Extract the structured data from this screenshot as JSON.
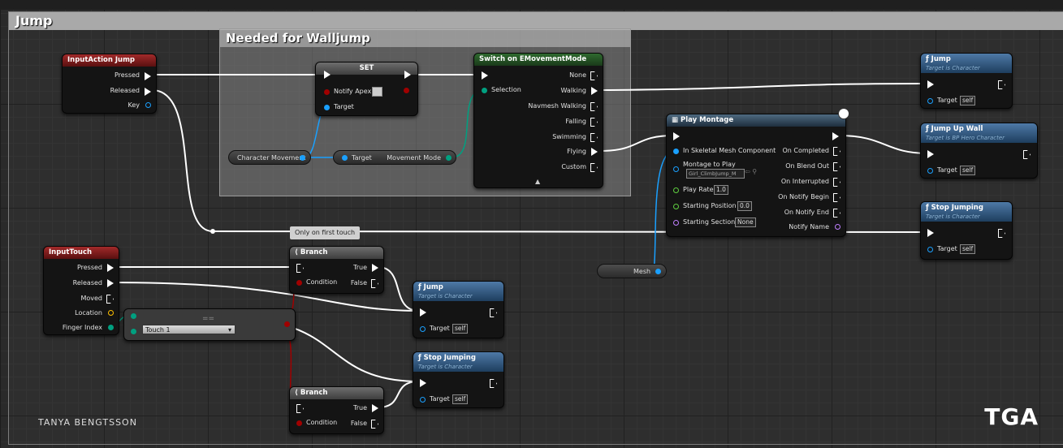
{
  "comments": {
    "main_title": "Jump",
    "walljump_title": "Needed for Walljump"
  },
  "nodes": {
    "input_action": {
      "title": "InputAction Jump",
      "pins": [
        "Pressed",
        "Released",
        "Key"
      ]
    },
    "set": {
      "title": "SET",
      "notify_apex": "Notify Apex",
      "target": "Target"
    },
    "char_movement": {
      "label": "Character Movement"
    },
    "movement_mode": {
      "target": "Target",
      "output": "Movement Mode"
    },
    "switch": {
      "title": "Switch on EMovementMode",
      "selection": "Selection",
      "outputs": [
        "None",
        "Walking",
        "Navmesh Walking",
        "Falling",
        "Swimming",
        "Flying",
        "Custom"
      ]
    },
    "jump_top": {
      "title": "Jump",
      "subtitle": "Target is Character",
      "target": "Target",
      "self": "self"
    },
    "jump_up_wall": {
      "title": "Jump Up Wall",
      "subtitle": "Target is BP Hero Character",
      "target": "Target",
      "self": "self"
    },
    "stop_jumping_top": {
      "title": "Stop Jumping",
      "subtitle": "Target is Character",
      "target": "Target",
      "self": "self"
    },
    "play_montage": {
      "title": "Play Montage",
      "inputs": [
        "In Skeletal Mesh Component",
        "Montage to Play",
        "Play Rate",
        "Starting Position",
        "Starting Section"
      ],
      "montage_value": "Girl_ClimbJump_M",
      "play_rate": "1.0",
      "starting_position": "0.0",
      "starting_section": "None",
      "outputs": [
        "On Completed",
        "On Blend Out",
        "On Interrupted",
        "On Notify Begin",
        "On Notify End",
        "Notify Name"
      ]
    },
    "mesh": {
      "label": "Mesh"
    },
    "tooltip": "Only on first touch",
    "input_touch": {
      "title": "InputTouch",
      "pins": [
        "Pressed",
        "Released",
        "Moved",
        "Location",
        "Finger Index"
      ]
    },
    "equals": {
      "symbol": "==",
      "dropdown": "Touch 1"
    },
    "branch1": {
      "title": "Branch",
      "condition": "Condition",
      "true": "True",
      "false": "False"
    },
    "branch2": {
      "title": "Branch",
      "condition": "Condition",
      "true": "True",
      "false": "False"
    },
    "jump_bottom": {
      "title": "Jump",
      "subtitle": "Target is Character",
      "target": "Target",
      "self": "self"
    },
    "stop_jumping_bottom": {
      "title": "Stop Jumping",
      "subtitle": "Target is Character",
      "target": "Target",
      "self": "self"
    }
  },
  "footer": {
    "credit": "TANYA BENGTSSON",
    "logo": "TGA"
  },
  "colors": {
    "exec": "#ffffff",
    "object": "#1aa0ff",
    "struct": "#00a080",
    "bool": "#a00000",
    "float": "#60d040",
    "name": "#c080ff",
    "vector": "#ffc000"
  }
}
